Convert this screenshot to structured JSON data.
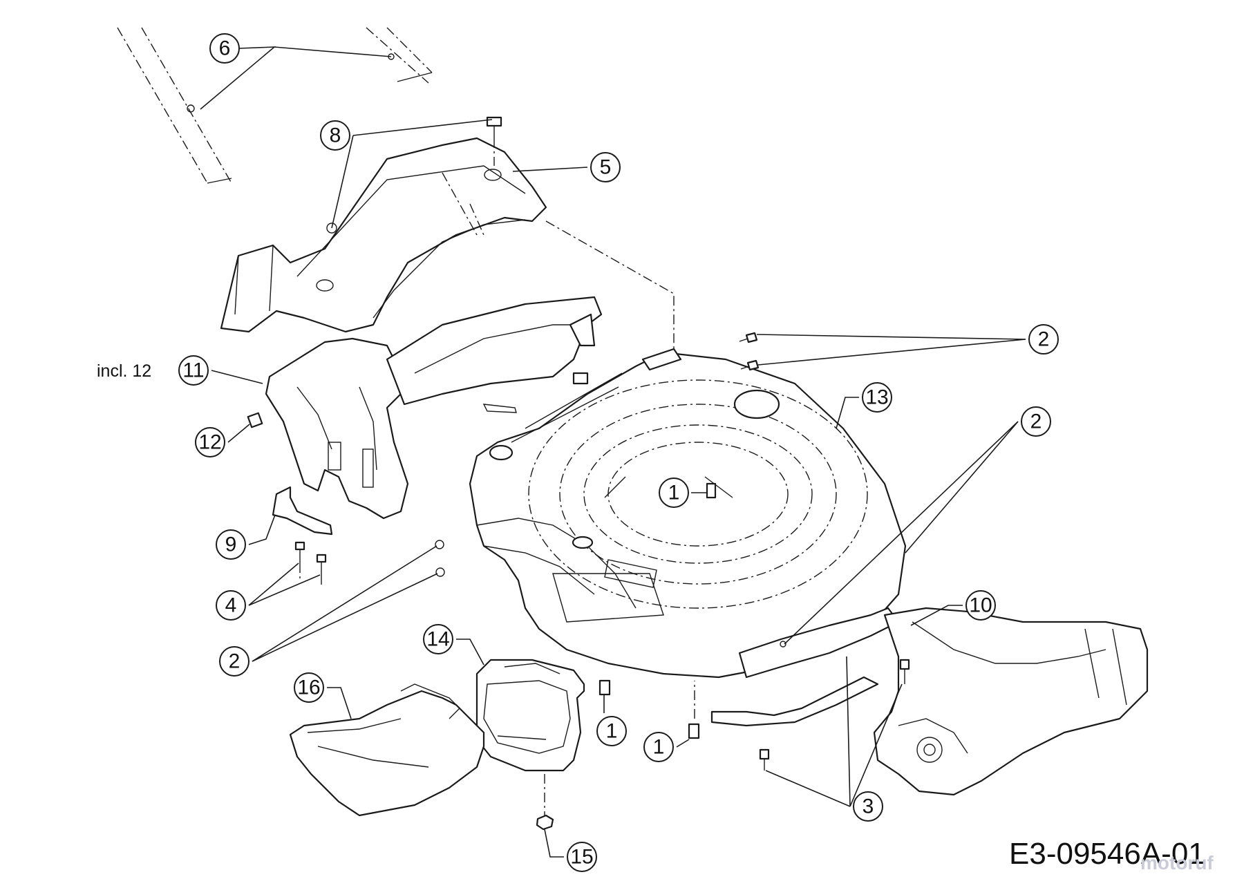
{
  "callouts": [
    {
      "id": "callout-6",
      "label": "6"
    },
    {
      "id": "callout-8",
      "label": "8"
    },
    {
      "id": "callout-5",
      "label": "5"
    },
    {
      "id": "callout-2-top",
      "label": "2"
    },
    {
      "id": "callout-11",
      "label": "11"
    },
    {
      "id": "callout-13",
      "label": "13"
    },
    {
      "id": "callout-2-right",
      "label": "2"
    },
    {
      "id": "callout-12",
      "label": "12"
    },
    {
      "id": "callout-1-deck",
      "label": "1"
    },
    {
      "id": "callout-9",
      "label": "9"
    },
    {
      "id": "callout-4",
      "label": "4"
    },
    {
      "id": "callout-10",
      "label": "10"
    },
    {
      "id": "callout-2-left",
      "label": "2"
    },
    {
      "id": "callout-14",
      "label": "14"
    },
    {
      "id": "callout-16",
      "label": "16"
    },
    {
      "id": "callout-1-flap",
      "label": "1"
    },
    {
      "id": "callout-1-lower",
      "label": "1"
    },
    {
      "id": "callout-3",
      "label": "3"
    },
    {
      "id": "callout-15",
      "label": "15"
    }
  ],
  "annotations": {
    "incl_note": "incl. 12"
  },
  "drawing_code": "E3-09546A-01",
  "watermark": "motoruf"
}
